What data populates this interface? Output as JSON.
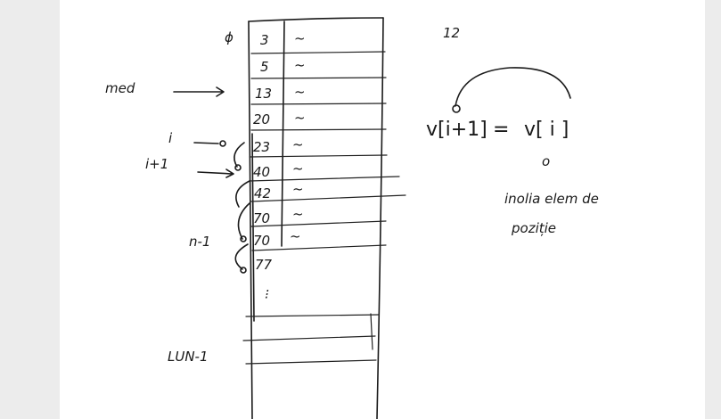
{
  "array": {
    "first_index": "ϕ",
    "last_index": "LUN-1",
    "values": [
      "3",
      "5",
      "13",
      "20",
      "23",
      "40",
      "42",
      "70",
      "70",
      "77"
    ],
    "second_column_mark": "~",
    "ellipsis": "⁝"
  },
  "pointers": {
    "mid": "med",
    "i": "i",
    "i_plus_1": "i+1",
    "n_minus_1": "n-1"
  },
  "notes": {
    "corner": "12",
    "assignment_left": "v[i+1]",
    "assignment_eq": "=",
    "assignment_right": "v[ i ]",
    "circle": "o",
    "caption_line1": "inolia elem de",
    "caption_line2": "poziție"
  },
  "colors": {
    "ink": "#1a1a1a",
    "paper": "#ffffff",
    "background": "#ececec"
  }
}
